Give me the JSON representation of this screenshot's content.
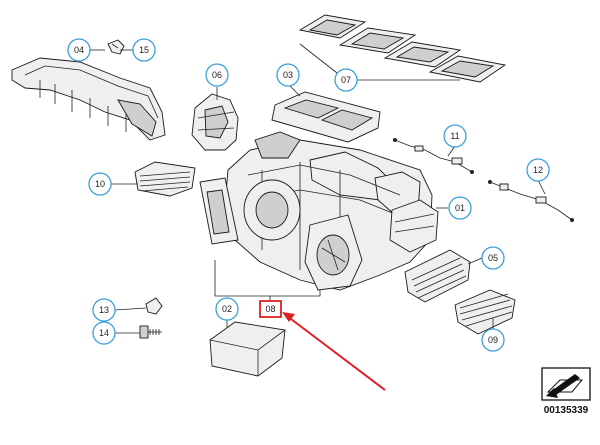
{
  "callouts": [
    {
      "id": "c01",
      "label": "01"
    },
    {
      "id": "c02",
      "label": "02"
    },
    {
      "id": "c03",
      "label": "03"
    },
    {
      "id": "c04",
      "label": "04"
    },
    {
      "id": "c05",
      "label": "05"
    },
    {
      "id": "c06",
      "label": "06"
    },
    {
      "id": "c07",
      "label": "07"
    },
    {
      "id": "c08",
      "label": "08"
    },
    {
      "id": "c09",
      "label": "09"
    },
    {
      "id": "c10",
      "label": "10"
    },
    {
      "id": "c11",
      "label": "11"
    },
    {
      "id": "c12",
      "label": "12"
    },
    {
      "id": "c13",
      "label": "13"
    },
    {
      "id": "c14",
      "label": "14"
    },
    {
      "id": "c15",
      "label": "15"
    }
  ],
  "highlight": {
    "label": "08",
    "color": "#e02020"
  },
  "accent_color": "#3aa0d8",
  "doc_number": "00135339"
}
